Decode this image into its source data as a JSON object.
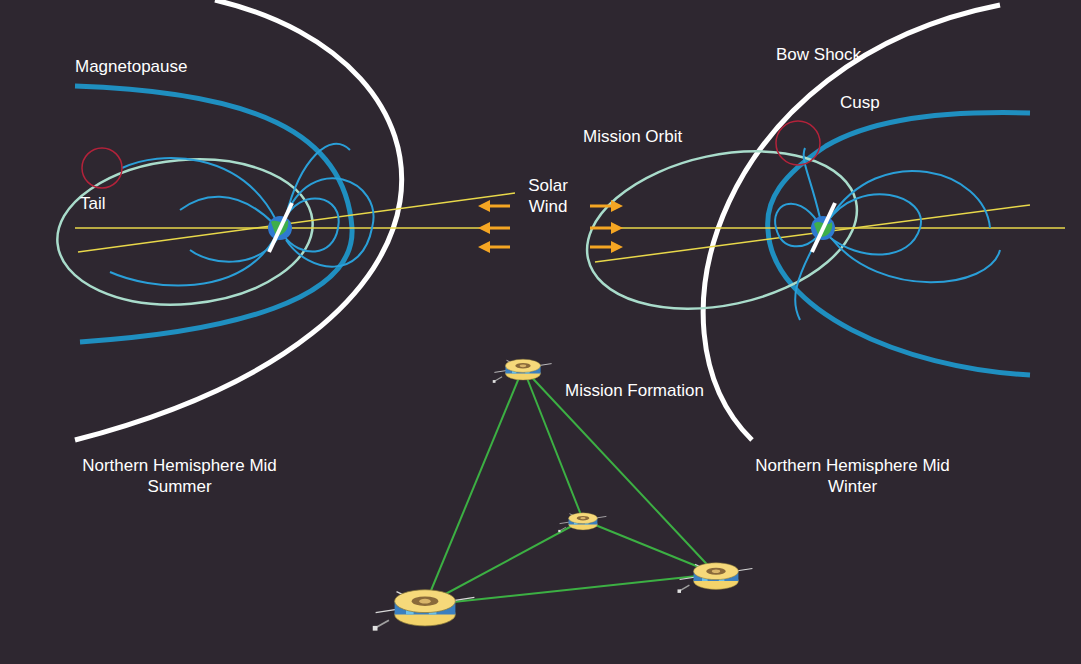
{
  "diagram": {
    "labels": [
      "Magnetopause",
      "Bow Shock",
      "Cusp",
      "Mission Orbit",
      "Tail",
      "Solar Wind",
      "Mission Formation",
      "Northern Hemisphere Mid Summer",
      "Northern Hemisphere Mid Winter"
    ]
  }
}
